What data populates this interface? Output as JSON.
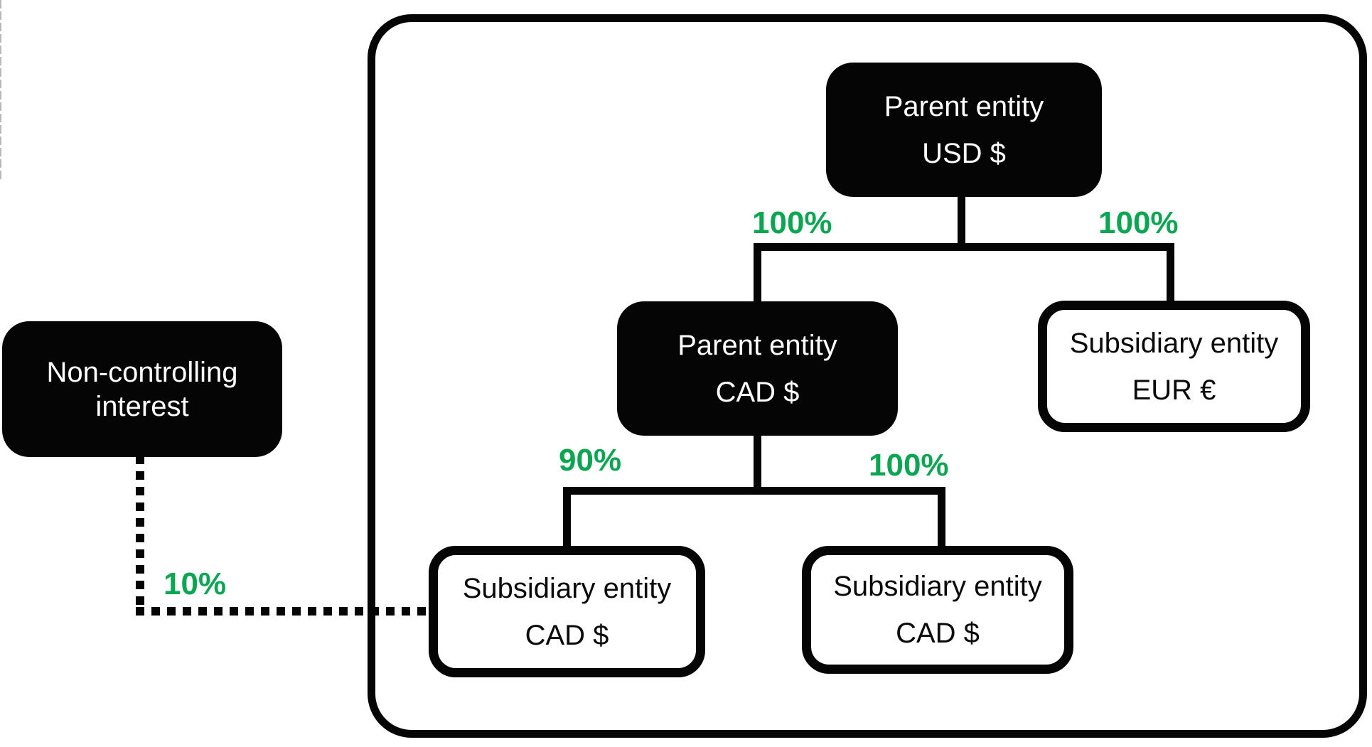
{
  "diagram": {
    "nodes": {
      "parent_usd": {
        "line1": "Parent entity",
        "line2": "USD $"
      },
      "parent_cad": {
        "line1": "Parent entity",
        "line2": "CAD $"
      },
      "sub_eur": {
        "line1": "Subsidiary entity",
        "line2": "EUR €"
      },
      "sub_cad_left": {
        "line1": "Subsidiary entity",
        "line2": "CAD $"
      },
      "sub_cad_right": {
        "line1": "Subsidiary entity",
        "line2": "CAD $"
      },
      "non_controlling_interest": {
        "line1": "Non-controlling",
        "line2": "interest"
      }
    },
    "ownership": {
      "usd_to_cad": "100%",
      "usd_to_eur": "100%",
      "cad_to_left_sub": "90%",
      "cad_to_right_sub": "100%",
      "nci_to_left_sub": "10%"
    },
    "colors": {
      "percentage_green": "#0ca653",
      "node_fill_black": "#050505",
      "background_white": "#ffffff"
    }
  }
}
